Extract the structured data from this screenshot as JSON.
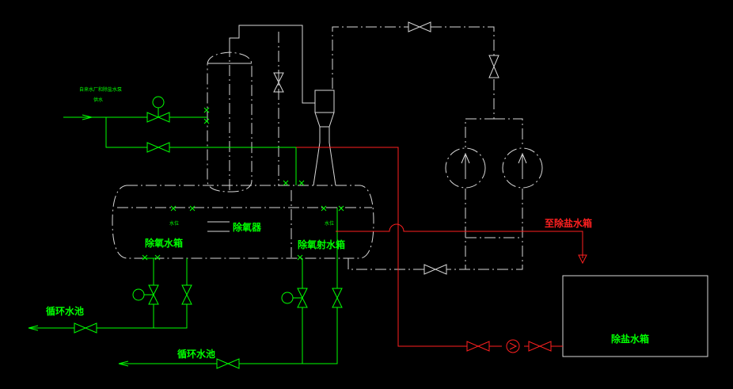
{
  "labels": {
    "top_left_note_line1": "自来水厂和除盐水泵",
    "top_left_note_line2": "供水",
    "deaerator": "除氧器",
    "deaerator_tank": "除氧水箱",
    "ejector_tank": "除氧射水箱",
    "to_demin_tank": "至除盐水箱",
    "demin_tank": "除盐水箱",
    "recirc_pool_1": "循环水池",
    "recirc_pool_2": "循环水池",
    "small_left_1": "水位",
    "small_right_1": "水位"
  },
  "colors": {
    "background": "#000000",
    "green_line": "#00ff00",
    "red_line": "#ff2020",
    "white_line": "#d8d8d8"
  }
}
